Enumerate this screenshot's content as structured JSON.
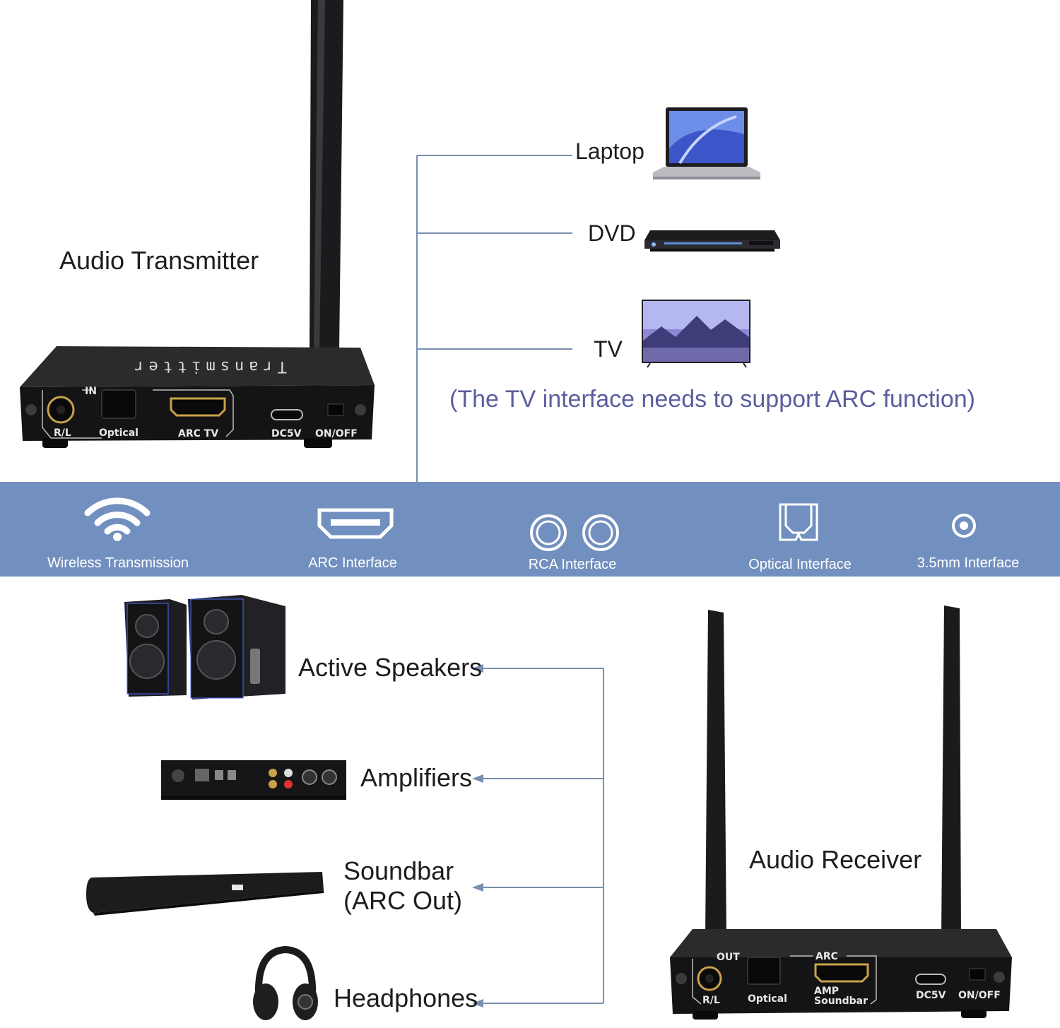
{
  "transmitter": {
    "title": "Audio Transmitter",
    "device_label": "Transmitter",
    "ports": {
      "in": "IN",
      "rl": "R/L",
      "optical": "Optical",
      "arc_tv": "ARC TV",
      "dc5v": "DC5V",
      "onoff": "ON/OFF"
    }
  },
  "sources": [
    {
      "label": "Laptop",
      "icon": "laptop-icon"
    },
    {
      "label": "DVD",
      "icon": "dvd-player-icon"
    },
    {
      "label": "TV",
      "icon": "tv-icon"
    }
  ],
  "note": "(The TV interface needs to support ARC function)",
  "features": [
    {
      "label": "Wireless Transmission",
      "icon": "wifi-icon"
    },
    {
      "label": "ARC Interface",
      "icon": "hdmi-port-icon"
    },
    {
      "label": "RCA Interface",
      "icon": "rca-port-icon"
    },
    {
      "label": "Optical Interface",
      "icon": "optical-port-icon"
    },
    {
      "label": "3.5mm Interface",
      "icon": "aux-port-icon"
    }
  ],
  "outputs": [
    {
      "label": "Active Speakers",
      "icon": "speakers-icon"
    },
    {
      "label": "Amplifiers",
      "icon": "amplifier-icon"
    },
    {
      "label_line1": "Soundbar",
      "label_line2": "(ARC Out)",
      "icon": "soundbar-icon"
    },
    {
      "label": "Headphones",
      "icon": "headphones-icon"
    }
  ],
  "receiver": {
    "title": "Audio Receiver",
    "ports": {
      "out": "OUT",
      "rl": "R/L",
      "optical": "Optical",
      "arc": "ARC",
      "amp": "AMP",
      "soundbar": "Soundbar",
      "dc5v": "DC5V",
      "onoff": "ON/OFF"
    }
  },
  "colors": {
    "band": "#7290bf",
    "connector": "#7a8fb0",
    "note": "#5a5e9c",
    "device": "#1c1c1e"
  }
}
